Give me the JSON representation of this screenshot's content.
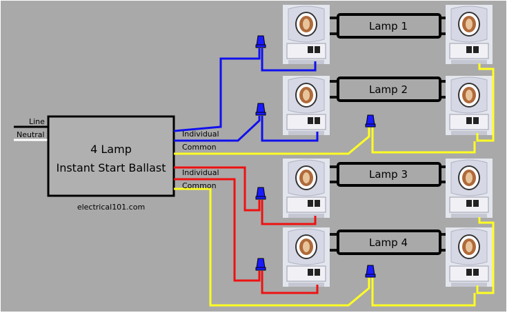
{
  "ballast": {
    "line1": "4 Lamp",
    "line2": "Instant Start Ballast"
  },
  "inputs": {
    "line": "Line",
    "neutral": "Neutral"
  },
  "group_blue": {
    "individual": "Individual",
    "common": "Common"
  },
  "group_red": {
    "individual": "Individual",
    "common": "Common"
  },
  "credit": "electrical101.com",
  "lamps": [
    {
      "label": "Lamp 1"
    },
    {
      "label": "Lamp 2"
    },
    {
      "label": "Lamp 3"
    },
    {
      "label": "Lamp 4"
    }
  ],
  "colors": {
    "background": "#a9a9a9",
    "blue_wire": "#1010ee",
    "red_wire": "#ee1111",
    "yellow_wire": "#ffff22",
    "ballast_fill": "#b0b0b0",
    "wire_connector": "#1a1aff"
  }
}
